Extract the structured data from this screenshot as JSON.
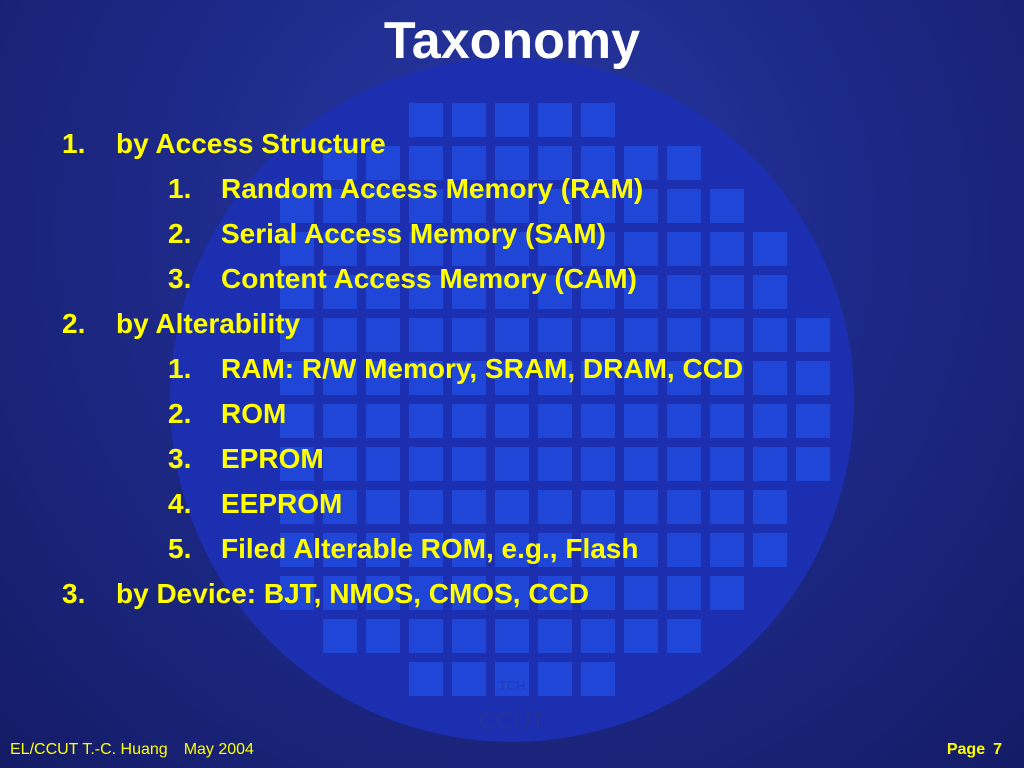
{
  "slide": {
    "title": "Taxonomy",
    "outline": [
      {
        "num": "1.",
        "text": "by Access Structure",
        "level": 1,
        "children": [
          {
            "num": "1.",
            "text": "Random Access Memory (RAM)"
          },
          {
            "num": "2.",
            "text": "Serial Access Memory (SAM)"
          },
          {
            "num": "3.",
            "text": "Content Access Memory (CAM)"
          }
        ]
      },
      {
        "num": "2.",
        "text": "by Alterability",
        "level": 1,
        "children": [
          {
            "num": "1.",
            "text": "RAM: R/W Memory, SRAM, DRAM, CCD"
          },
          {
            "num": "2.",
            "text": "ROM"
          },
          {
            "num": "3.",
            "text": "EPROM"
          },
          {
            "num": "4.",
            "text": "EEPROM"
          },
          {
            "num": "5.",
            "text": "Filed Alterable ROM, e.g., Flash"
          }
        ]
      },
      {
        "num": "3.",
        "text": "by Device: BJT, NMOS, CMOS, CCD",
        "level": 1,
        "children": []
      }
    ],
    "watermark": {
      "line1": "TCH",
      "line2": "CCUT"
    }
  },
  "footer": {
    "author": "EL/CCUT T.-C. Huang",
    "date": "May 2004",
    "page_label": "Page",
    "page_number": "7"
  },
  "colors": {
    "background": "#1e2a8a",
    "title": "#ffffff",
    "text": "#ffff00",
    "wafer": "#1b2fb0",
    "die": "#1f46d6"
  }
}
